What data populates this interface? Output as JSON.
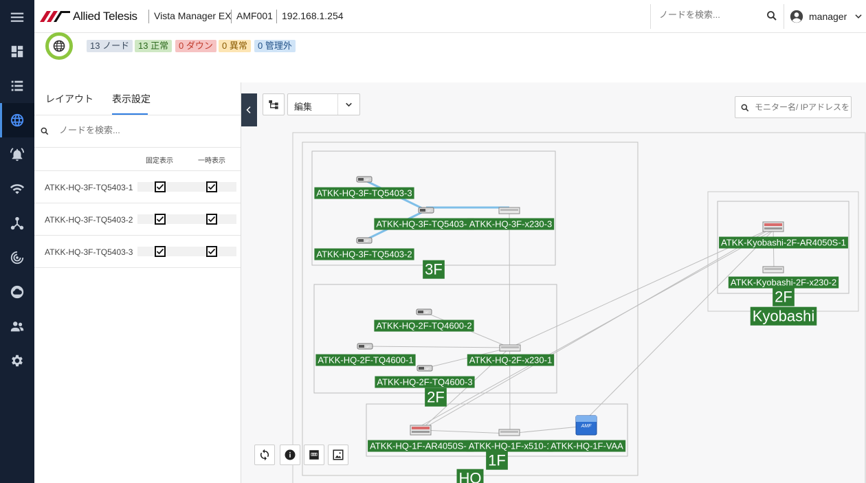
{
  "header": {
    "brand": "Allied Telesis",
    "product": "Vista Manager EX",
    "device": "AMF001",
    "ip": "192.168.1.254",
    "search_placeholder": "ノードを検索...",
    "user": "manager"
  },
  "status": {
    "badges": [
      {
        "text": "13 ノード",
        "bg": "#dde3ec",
        "fg": "#3a4a5e"
      },
      {
        "text": "13 正常",
        "bg": "#cfe8c4",
        "fg": "#2e6b1f"
      },
      {
        "text": "0 ダウン",
        "bg": "#f6c3c3",
        "fg": "#c0392b"
      },
      {
        "text": "0 異常",
        "bg": "#fde5b4",
        "fg": "#8a5a00"
      },
      {
        "text": "0 管理外",
        "bg": "#d0e4f7",
        "fg": "#1f4f87"
      }
    ]
  },
  "panel": {
    "tabs": [
      "レイアウト",
      "表示設定"
    ],
    "search_placeholder": "ノードを検索...",
    "col_fixed": "固定表示",
    "col_temp": "一時表示",
    "nodes": [
      {
        "name": "ATKK-HQ-3F-TQ5403-1",
        "fixed": true,
        "temp": true
      },
      {
        "name": "ATKK-HQ-3F-TQ5403-2",
        "fixed": true,
        "temp": true
      },
      {
        "name": "ATKK-HQ-3F-TQ5403-3",
        "fixed": true,
        "temp": true
      }
    ]
  },
  "map": {
    "edit_label": "編集",
    "monitor_placeholder": "モニター名/ IPアドレスを",
    "groups": {
      "g3f": "3F",
      "g2f": "2F",
      "g1f": "1F",
      "hq": "HQ",
      "kyo2f": "2F",
      "kyobashi": "Kyobashi"
    },
    "nodes": {
      "n3f_tq3": "ATKK-HQ-3F-TQ5403-3",
      "n3f_tq1": "ATKK-HQ-3F-TQ5403-1",
      "n3f_x230": "ATKK-HQ-3F-x230-3",
      "n3f_tq2": "ATKK-HQ-3F-TQ5403-2",
      "n2f_tq2": "ATKK-HQ-2F-TQ4600-2",
      "n2f_tq1": "ATKK-HQ-2F-TQ4600-1",
      "n2f_x230": "ATKK-HQ-2F-x230-1",
      "n2f_tq3": "ATKK-HQ-2F-TQ4600-3",
      "n1f_ar": "ATKK-HQ-1F-AR4050S-2",
      "n1f_x510": "ATKK-HQ-1F-x510-1",
      "n1f_vaa": "ATKK-HQ-1F-VAA",
      "kyo_ar": "ATKK-Kyobashi-2F-AR4050S-1",
      "kyo_x230": "ATKK-Kyobashi-2F-x230-2"
    },
    "device_marks": {
      "ap": "AP",
      "vaa": "AMF"
    }
  },
  "colors": {
    "rail_bg": "#152033",
    "rail_active": "#4a8ff7",
    "label_green": "#2e7d32",
    "link_blue": "#7fbfe8",
    "status_ring": "#8dc63f"
  }
}
